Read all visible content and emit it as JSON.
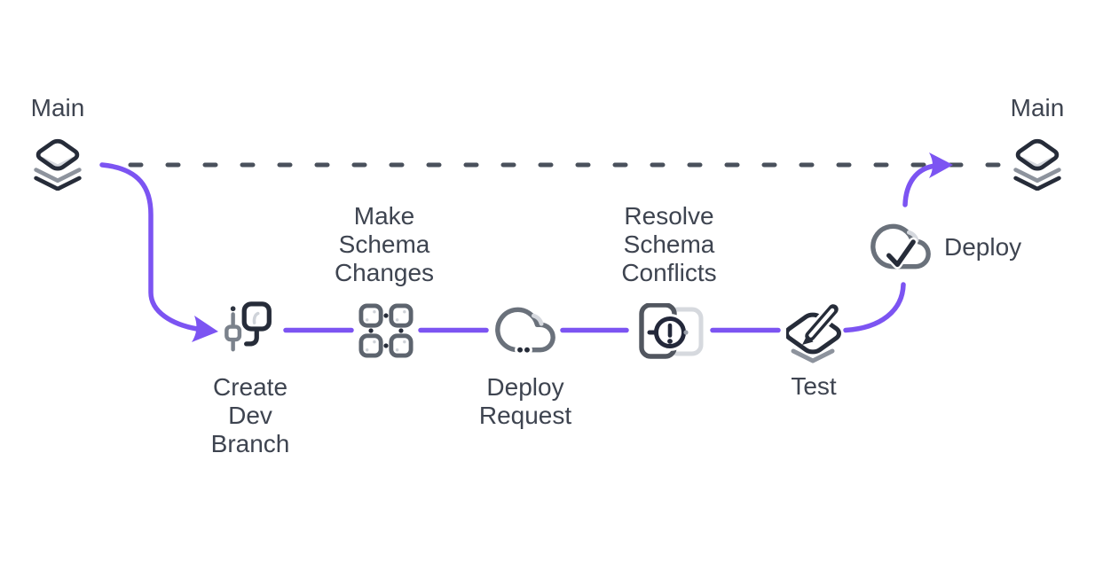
{
  "diagram": {
    "title_implicit": "Database branch deploy workflow",
    "branch_labels": {
      "left": "Main",
      "right": "Main"
    },
    "nodes": [
      {
        "name": "create-dev-branch",
        "icon": "git-branch-icon",
        "lines": [
          "Create",
          "Dev",
          "Branch"
        ]
      },
      {
        "name": "make-schema-changes",
        "icon": "schema-grid-icon",
        "lines": [
          "Make",
          "Schema",
          "Changes"
        ]
      },
      {
        "name": "deploy-request",
        "icon": "cloud-upload-icon",
        "lines": [
          "Deploy",
          "Request"
        ]
      },
      {
        "name": "resolve-schema-conflicts",
        "icon": "schema-conflict-icon",
        "lines": [
          "Resolve",
          "Schema",
          "Conflicts"
        ]
      },
      {
        "name": "test",
        "icon": "test-write-icon",
        "lines": [
          "Test"
        ]
      },
      {
        "name": "deploy",
        "icon": "cloud-check-icon",
        "lines": [
          "Deploy"
        ]
      }
    ],
    "colors": {
      "accent": "#7C54F2",
      "dashed_line": "#4A515C",
      "text": "#3E4450",
      "icon_dark": "#262C39",
      "icon_gray": "#6A717B",
      "icon_medium": "#8D939D",
      "icon_light": "#D5D8DE"
    }
  }
}
